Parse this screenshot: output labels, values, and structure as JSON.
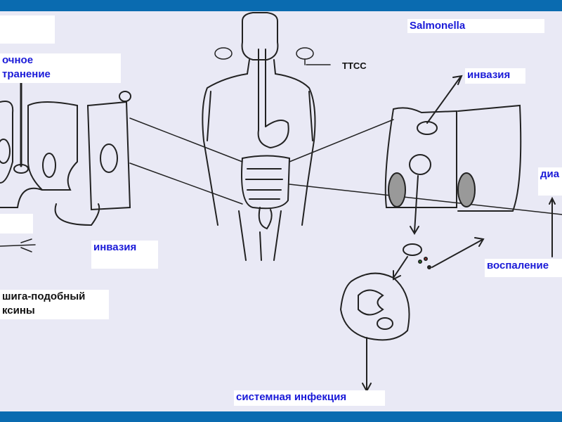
{
  "labels": {
    "salmonella": "Salmonella",
    "ttss": "ТТСС",
    "invasion_right": "инвазия",
    "invasion_left": "инвазия",
    "diarrhea_partial": "диа",
    "inflammation": "воспаление",
    "secretion_line1": "очное",
    "secretion_line2": "транение",
    "shiga_line1": "шига-подобный",
    "shiga_line2": "ксины",
    "systemic": "системная инфекция"
  },
  "colors": {
    "accent_bar": "#0a6bb0",
    "label_text": "#1a1ad8",
    "background": "#e9e9f5"
  }
}
